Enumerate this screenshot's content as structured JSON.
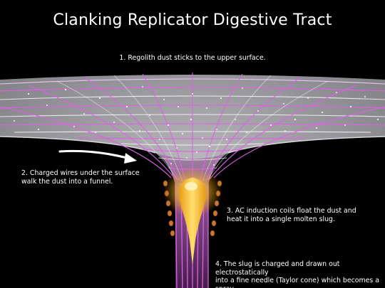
{
  "diagram": {
    "title": "Clanking Replicator Digestive Tract",
    "captions": {
      "step1": "1. Regolith dust sticks to the upper surface.",
      "step2_line1": "2. Charged wires under the surface",
      "step2_line2": "walk the dust into a funnel.",
      "step3_line1": "3. AC induction coils float the dust and",
      "step3_line2": "heat it into a single molten slug.",
      "step4_line1": "4. The slug is charged and drawn out electrostatically",
      "step4_line2": "into a fine needle (Taylor cone) which becomes a spray."
    }
  },
  "colors": {
    "background": "#000000",
    "surface": "#9a9aa0",
    "wire_grid": "#e060e8",
    "molten_slug": "#ffc21a",
    "coil": "#c8782a",
    "arrow": "#ffffff"
  }
}
